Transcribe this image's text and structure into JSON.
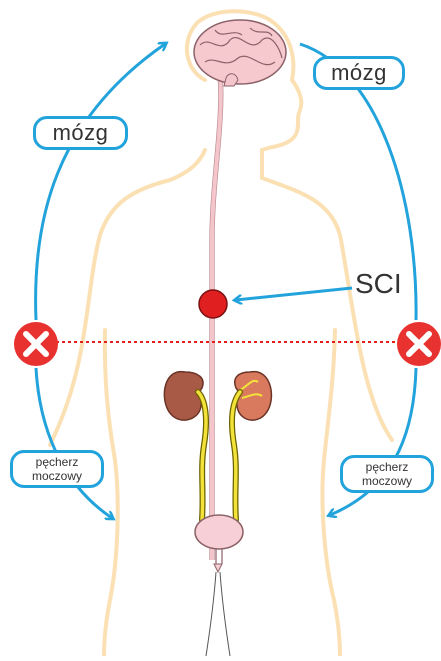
{
  "labels": {
    "brain_left": "mózg",
    "brain_right": "mózg",
    "sci": "SCI",
    "bladder_left_line1": "pęcherz",
    "bladder_left_line2": "moczowy",
    "bladder_right_line1": "pęcherz",
    "bladder_right_line2": "moczowy"
  },
  "icons": {
    "block_left": "x-circle-icon",
    "block_right": "x-circle-icon",
    "injury": "red-dot-icon"
  },
  "colors": {
    "body_outline": "#fbe0b4",
    "arrow": "#22a3db",
    "spinal_cord": "#f4c6cc",
    "spinal_outline": "#b5838a",
    "injury": "#e02020",
    "block": "#e8322f",
    "kidney": "#b55a43",
    "ureter": "#f2e23a",
    "bladder": "#f6d0d6"
  }
}
